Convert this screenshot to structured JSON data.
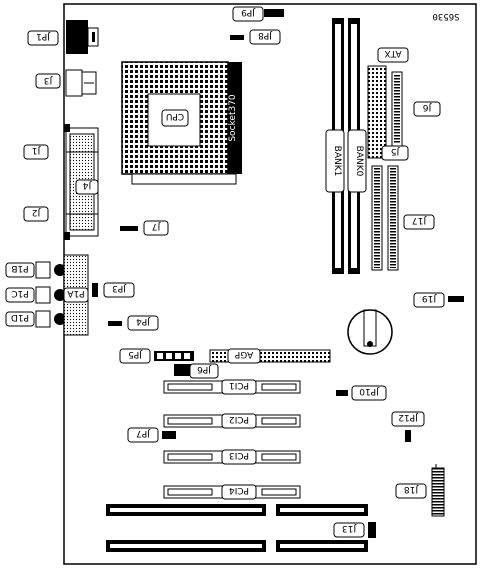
{
  "diagram": {
    "board_code": "S6530",
    "labels": {
      "jp1": "JP1",
      "j3": "J3",
      "j1": "J1",
      "j4": "J4",
      "j2": "J2",
      "p1b": "P1B",
      "p1c": "P1C",
      "p1d": "P1D",
      "p1a": "P1A",
      "jp3": "JP3",
      "jp4": "JP4",
      "jp5": "JP5",
      "jp6": "JP6",
      "jp7": "JP7",
      "j7": "J7",
      "jp9": "JP9",
      "jp8": "JP8",
      "j5": "J5",
      "j6": "J6",
      "j17": "J17",
      "j19": "J19",
      "jp10": "JP10",
      "jp12": "JP12",
      "j18": "J18",
      "j13": "J13"
    },
    "cpu_label": "CPU",
    "socket_label": "Socket370",
    "atx_label": "ATX",
    "agp_label": "AGP",
    "bank0": "BANK0",
    "bank1": "BANK1",
    "pci": [
      "PCI1",
      "PCI2",
      "PCI3",
      "PCI4"
    ]
  }
}
